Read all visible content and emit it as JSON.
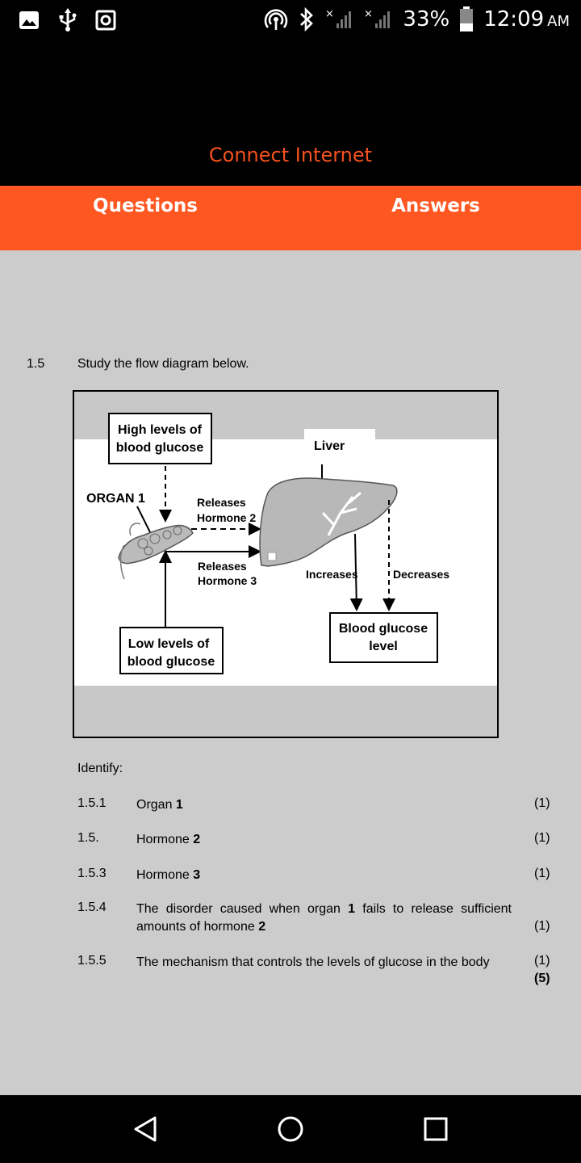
{
  "status_bar": {
    "battery_percent": "33%",
    "time": "12:09",
    "ampm": "AM",
    "icons": [
      "image-icon",
      "usb-icon",
      "screenshot-icon",
      "hotspot-icon",
      "bluetooth-icon",
      "signal-off-icon",
      "signal-off-icon",
      "battery-icon"
    ]
  },
  "header": {
    "connect_label": "Connect Internet"
  },
  "tabs": {
    "questions": "Questions",
    "answers": "Answers"
  },
  "question": {
    "number": "1.5",
    "prompt": "Study the flow diagram below.",
    "identify": "Identify:",
    "items": [
      {
        "num": "1.5.1",
        "text": "Organ ",
        "bold": "1",
        "marks": "(1)"
      },
      {
        "num": "1.5.",
        "text": "Hormone ",
        "bold": "2",
        "marks": "(1)"
      },
      {
        "num": "1.5.3",
        "text": "Hormone ",
        "bold": "3",
        "marks": "(1)"
      },
      {
        "num": "1.5.4",
        "text": "The disorder caused when organ ",
        "bold": "1",
        "tail": " fails to release sufficient amounts of hormone ",
        "bold2": "2",
        "marks": "(1)"
      },
      {
        "num": "1.5.5",
        "text": "The mechanism that controls the levels of glucose in the body",
        "marks": "(1)",
        "total": "(5)"
      }
    ]
  },
  "diagram": {
    "high_box": [
      "High levels of",
      "blood glucose"
    ],
    "liver": "Liver",
    "organ": "ORGAN 1",
    "releases_h2": [
      "Releases",
      "Hormone 2"
    ],
    "releases_h3": [
      "Releases",
      "Hormone 3"
    ],
    "increases": "Increases",
    "decreases": "Decreases",
    "low_box": [
      "Low levels of",
      "blood glucose"
    ],
    "glucose_box": [
      "Blood glucose",
      "level"
    ]
  },
  "navbar": {
    "icons": [
      "back-icon",
      "home-icon",
      "recents-icon"
    ]
  }
}
